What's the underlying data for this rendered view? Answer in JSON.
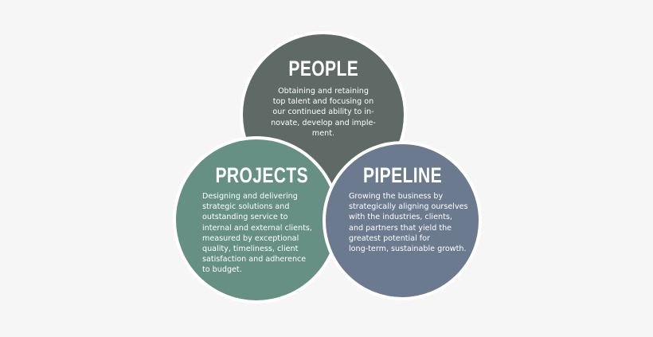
{
  "circles": {
    "people": {
      "title": "PEOPLE",
      "text": "Obtaining and retaining\ntop talent and focusing on\nour continued ability to in-\nnovate, develop and imple-\nment.",
      "color": "#5f6a67"
    },
    "projects": {
      "title": "PROJECTS",
      "text": "Designing and delivering\nstrategic solutions and\noutstanding service to\ninternal and external clients,\nmeasured by exceptional\nquality, timeliness, client\nsatisfaction and adherence\nto budget.",
      "color": "#669084"
    },
    "pipeline": {
      "title": "PIPELINE",
      "text": "Growing the business by\nstrategically aligning ourselves\nwith the industries, clients,\nand partners that yield the\ngreatest potential for\nlong-term, sustainable growth.",
      "color": "#6b7a8f"
    }
  },
  "border_color": "#ffffff"
}
